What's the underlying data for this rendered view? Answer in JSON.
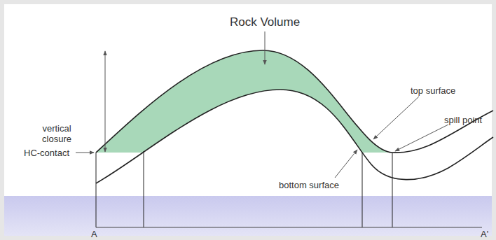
{
  "diagram": {
    "labels": [
      "Rock Volume",
      "vertical closure",
      "HC-contact",
      "top surface",
      "spill point",
      "bottom surface",
      "A",
      "A'"
    ]
  }
}
